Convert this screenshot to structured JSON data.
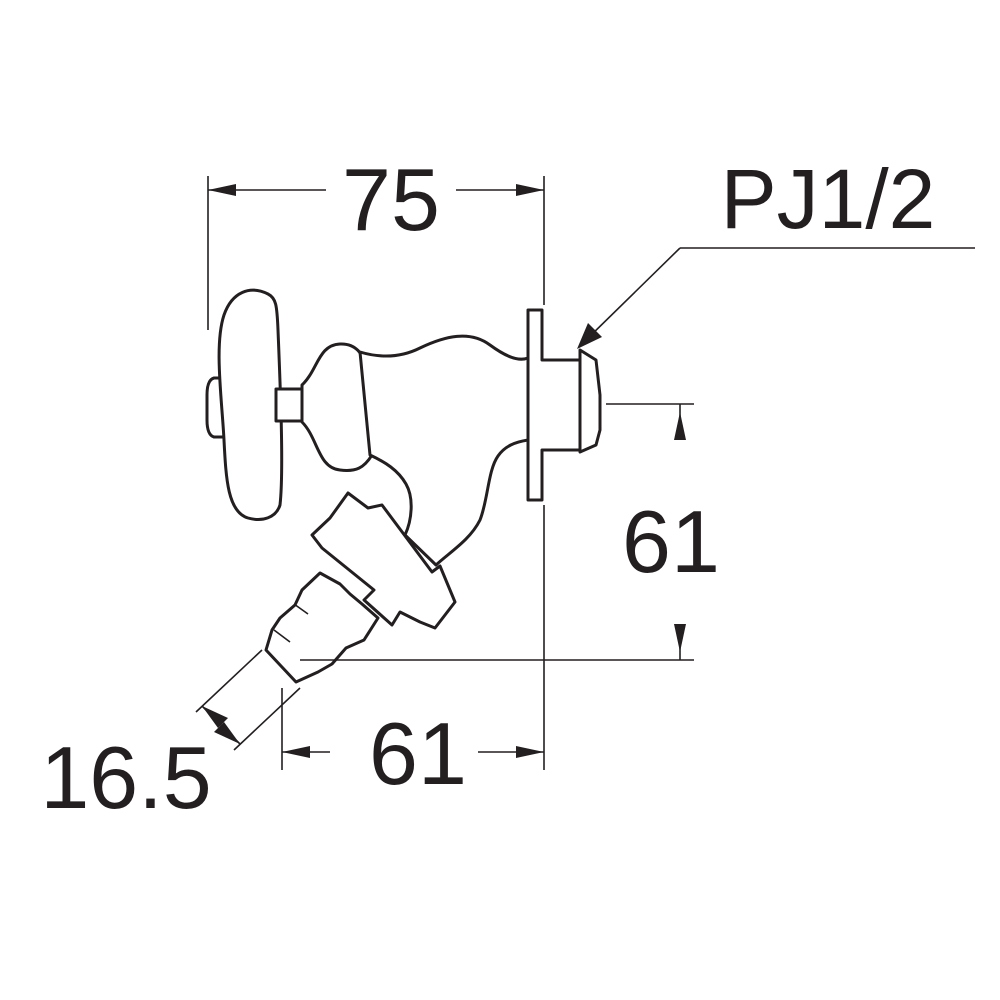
{
  "dimensions": {
    "width_label": "75",
    "pipe_label": "PJ1/2",
    "vertical_label": "61",
    "horizontal_label": "61",
    "hose_label": "16.5"
  }
}
